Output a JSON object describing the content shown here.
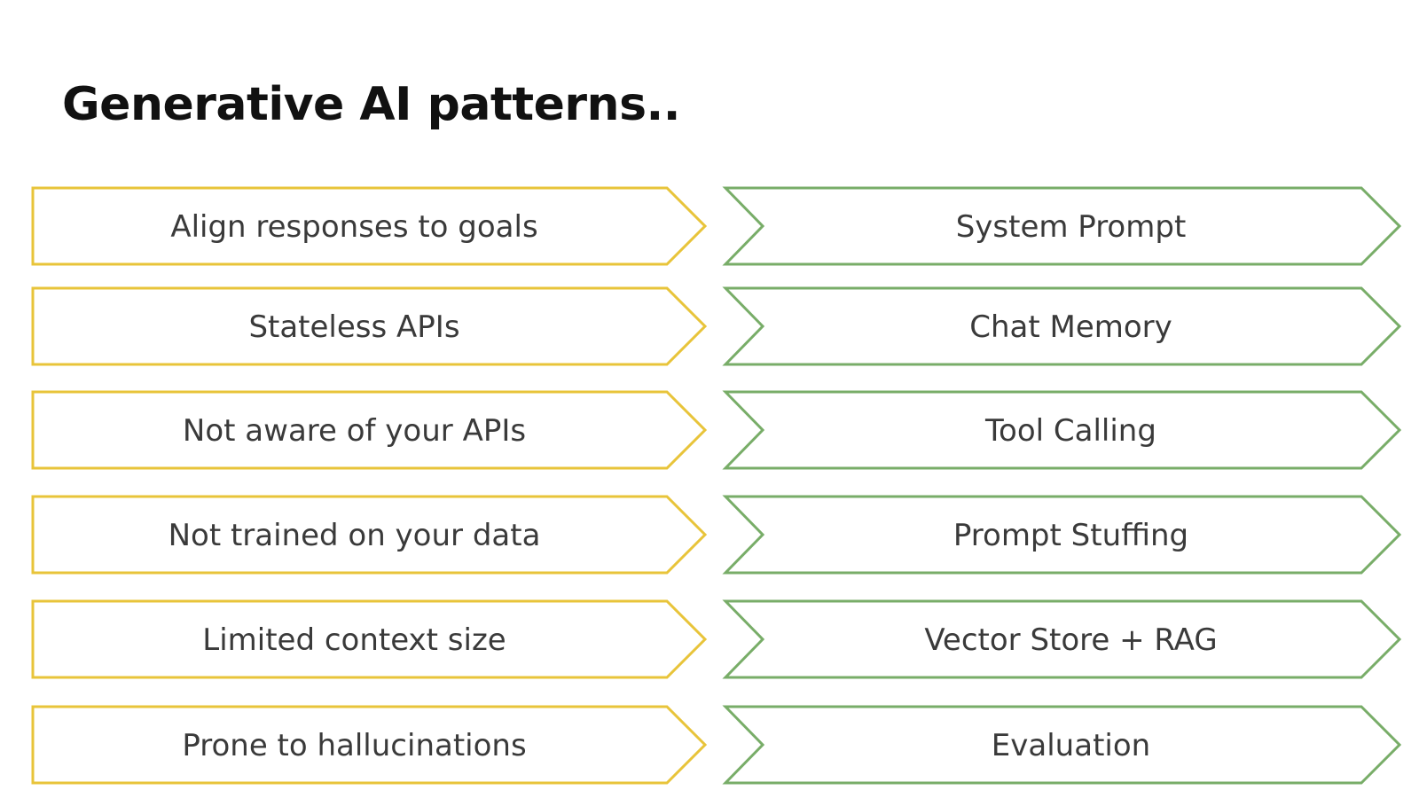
{
  "title": "Generative AI patterns..",
  "colors": {
    "problem_border": "#e8c43a",
    "pattern_border": "#78ad68",
    "text": "#3a3a3a",
    "title": "#111111"
  },
  "rows": [
    {
      "problem": "Align responses to goals",
      "pattern": "System Prompt"
    },
    {
      "problem": "Stateless APIs",
      "pattern": "Chat Memory"
    },
    {
      "problem": "Not aware of your APIs",
      "pattern": "Tool Calling"
    },
    {
      "problem": "Not trained on your data",
      "pattern": "Prompt Stuffing"
    },
    {
      "problem": "Limited context size",
      "pattern": "Vector Store + RAG"
    },
    {
      "problem": "Prone to hallucinations",
      "pattern": "Evaluation"
    }
  ]
}
